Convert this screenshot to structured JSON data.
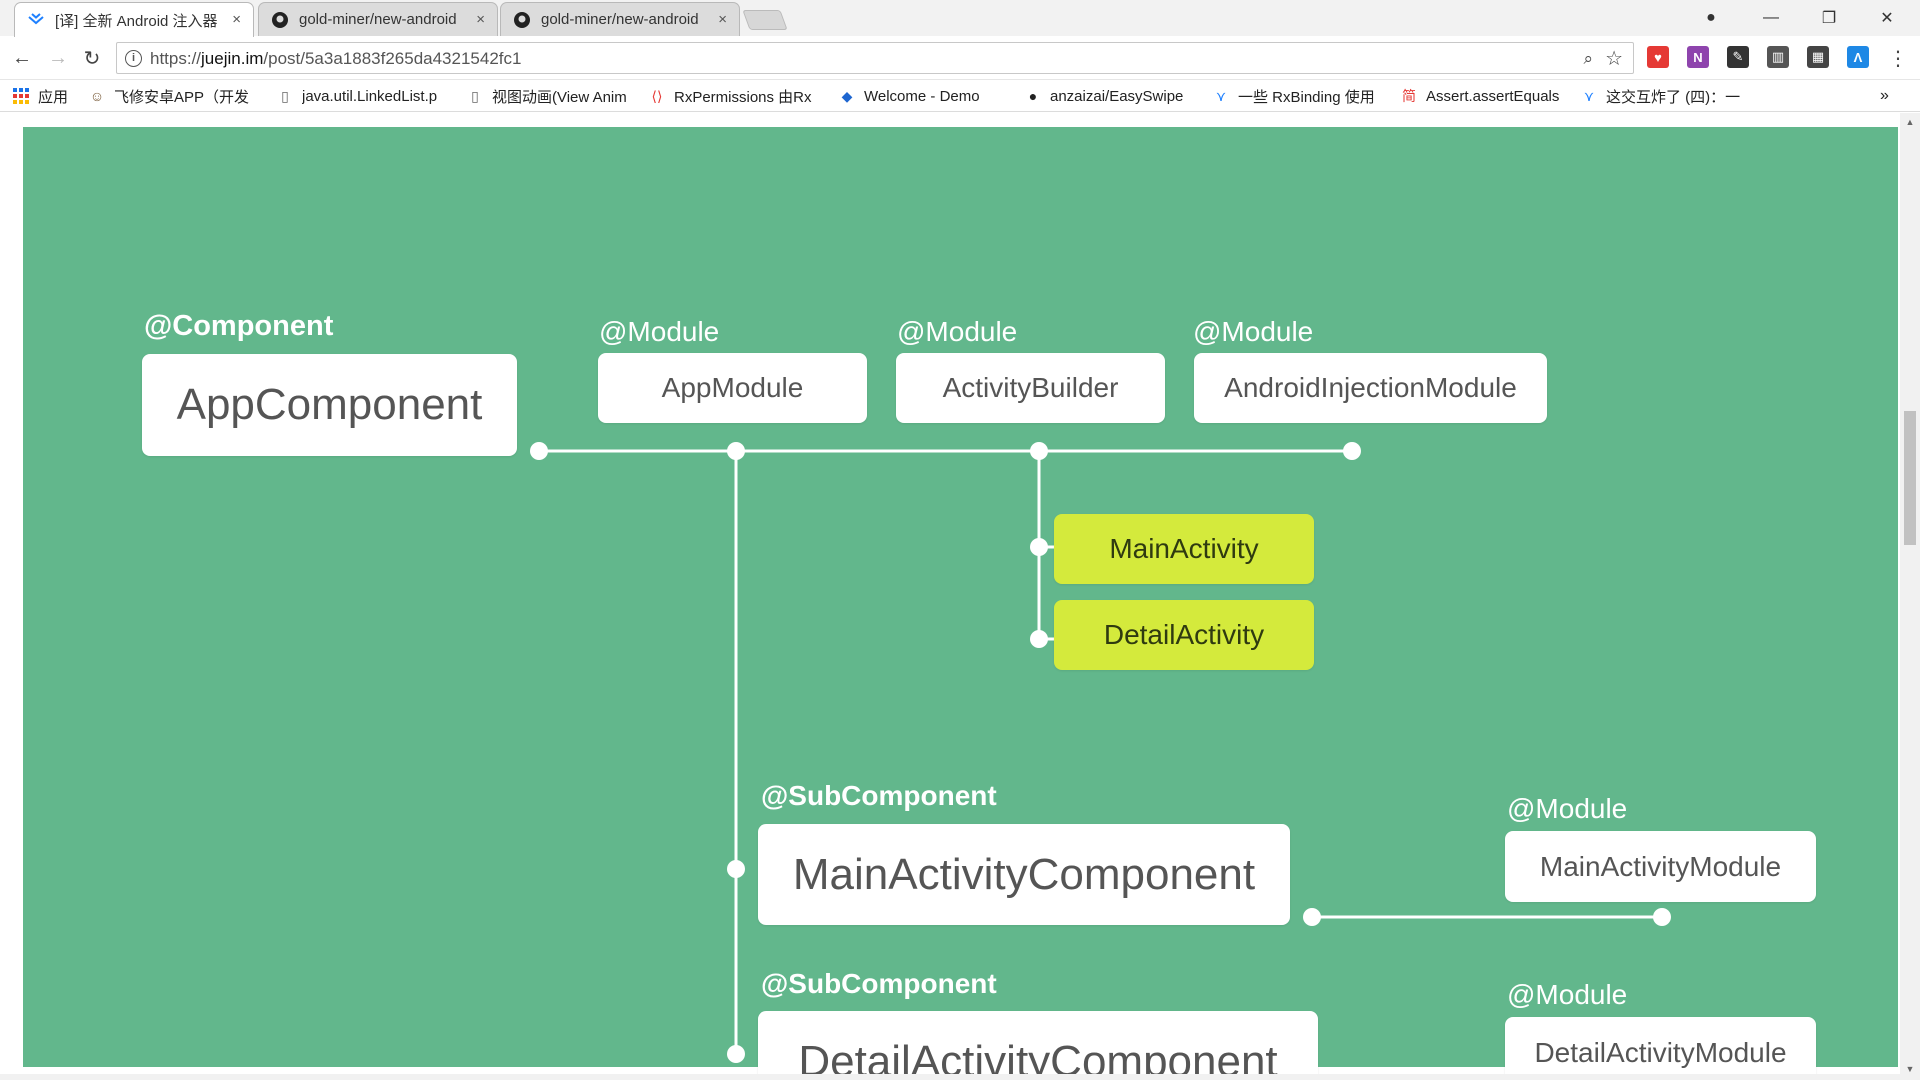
{
  "tabs": [
    {
      "title": "[译] 全新 Android 注入器",
      "icon": "juejin-icon",
      "active": true
    },
    {
      "title": "gold-miner/new-android",
      "icon": "github-icon",
      "active": false
    },
    {
      "title": "gold-miner/new-android",
      "icon": "github-icon",
      "active": false
    }
  ],
  "tab_close_glyph": "×",
  "window": {
    "account_glyph": "●",
    "minimize_glyph": "—",
    "restore_glyph": "❐",
    "close_glyph": "✕"
  },
  "toolbar": {
    "back_glyph": "←",
    "forward_glyph": "→",
    "reload_glyph": "↻",
    "info_glyph": "i",
    "url_scheme": "https://",
    "url_host": "juejin.im",
    "url_path": "/post/5a3a1883f265da4321542fc1",
    "zoom_glyph": "⌕",
    "star_glyph": "☆",
    "menu_glyph": "⋮",
    "extensions": [
      {
        "name": "pocket-extension-icon",
        "glyph": "♥",
        "color": "#e53935"
      },
      {
        "name": "onenote-extension-icon",
        "glyph": "N",
        "color": "#8e44ad"
      },
      {
        "name": "pen-extension-icon",
        "glyph": "✎",
        "color": "#333333"
      },
      {
        "name": "piano-extension-icon",
        "glyph": "▥",
        "color": "#555555"
      },
      {
        "name": "keyboard-extension-icon",
        "glyph": "▦",
        "color": "#444444"
      },
      {
        "name": "lambda-extension-icon",
        "glyph": "Λ",
        "color": "#1e88e5"
      }
    ]
  },
  "bookmarks": {
    "apps_label": "应用",
    "items": [
      {
        "label": "飞修安卓APP（开发",
        "icon": "avatar-icon",
        "glyph": "☺"
      },
      {
        "label": "java.util.LinkedList.p",
        "icon": "page-icon",
        "glyph": "▯"
      },
      {
        "label": "视图动画(View Anim",
        "icon": "page-icon",
        "glyph": "▯"
      },
      {
        "label": "RxPermissions 由Rx",
        "icon": "code-icon",
        "glyph": "⟨⟩"
      },
      {
        "label": "Welcome - Demo",
        "icon": "layers-icon",
        "glyph": "◆"
      },
      {
        "label": "anzaizai/EasySwipe",
        "icon": "github-icon",
        "glyph": "●"
      },
      {
        "label": "一些 RxBinding 使用",
        "icon": "juejin-icon",
        "glyph": "⋎"
      },
      {
        "label": "Assert.assertEquals",
        "icon": "jianshu-icon",
        "glyph": "简"
      },
      {
        "label": "这交互炸了 (四)：一",
        "icon": "juejin-icon",
        "glyph": "⋎"
      }
    ],
    "overflow_glyph": "»"
  },
  "diagram": {
    "component": {
      "annotation": "@Component",
      "label": "AppComponent"
    },
    "modules": [
      {
        "annotation": "@Module",
        "label": "AppModule"
      },
      {
        "annotation": "@Module",
        "label": "ActivityBuilder"
      },
      {
        "annotation": "@Module",
        "label": "AndroidInjectionModule"
      }
    ],
    "activities": [
      {
        "label": "MainActivity"
      },
      {
        "label": "DetailActivity"
      }
    ],
    "subcomponents": [
      {
        "annotation": "@SubComponent",
        "label": "MainActivityComponent",
        "module_annotation": "@Module",
        "module_label": "MainActivityModule"
      },
      {
        "annotation": "@SubComponent",
        "label": "DetailActivityComponent",
        "module_annotation": "@Module",
        "module_label": "DetailActivityModule"
      }
    ],
    "colors": {
      "background": "#62b78c",
      "node": "#ffffff",
      "activity": "#d4ea3c",
      "line": "#ffffff"
    }
  },
  "scrollbar": {
    "up_glyph": "▲",
    "down_glyph": "▼"
  }
}
